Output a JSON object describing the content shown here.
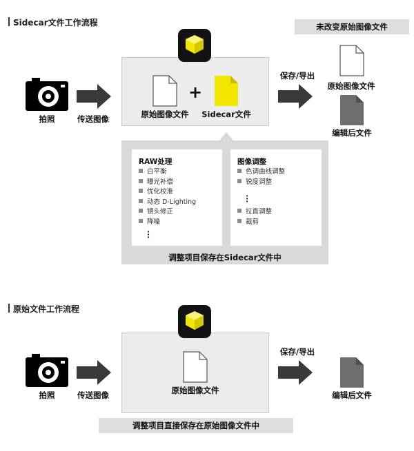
{
  "sidecar_flow": {
    "title": "Sidecar文件工作流程",
    "camera_label": "拍照",
    "send_label": "传送图像",
    "original_file_label": "原始图像文件",
    "sidecar_file_label": "Sidecar文件",
    "save_export_label": "保存/导出",
    "unchanged_banner": "未改变原始图像文件",
    "output_original_label": "原始图像文件",
    "output_edited_label": "编辑后文件",
    "raw_panel": {
      "title": "RAW处理",
      "items": [
        "白平衡",
        "曝光补偿",
        "优化校准",
        "动态 D-Lighting",
        "镜头修正",
        "降噪"
      ]
    },
    "adjust_panel": {
      "title": "图像调整",
      "items_top": [
        "色调曲线调整",
        "锐度调整"
      ],
      "items_bottom": [
        "拉直调整",
        "裁剪"
      ]
    },
    "bottom_caption": "调整项目保存在Sidecar文件中"
  },
  "raw_flow": {
    "title": "原始文件工作流程",
    "camera_label": "拍照",
    "send_label": "传送图像",
    "original_file_label": "原始图像文件",
    "save_export_label": "保存/导出",
    "output_edited_label": "编辑后文件",
    "bottom_banner": "调整项目直接保存在原始图像文件中"
  },
  "colors": {
    "sidecar_yellow": "#f2e600",
    "box_gray": "#ececec",
    "arrow_dark": "#3a3a3a",
    "edited_file_gray": "#6e6e6e"
  },
  "icons": [
    "camera-icon",
    "arrow-right-icon",
    "document-icon",
    "sidecar-document-icon",
    "nx-studio-app-icon",
    "edited-file-icon"
  ]
}
